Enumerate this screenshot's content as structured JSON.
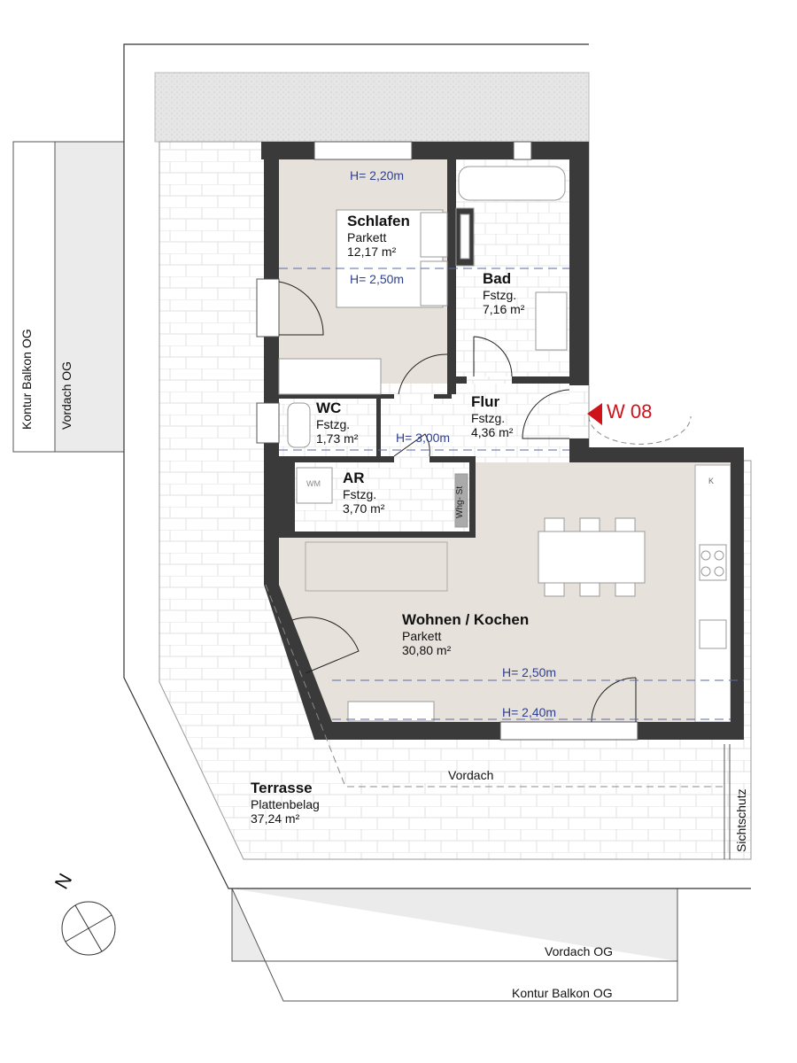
{
  "unit": {
    "label": "W 08",
    "color": "#d0121b"
  },
  "rooms": [
    {
      "name": "Schlafen",
      "floor": "Parkett",
      "area": "12,17 m²"
    },
    {
      "name": "Bad",
      "floor": "Fstzg.",
      "area": "7,16 m²"
    },
    {
      "name": "WC",
      "floor": "Fstzg.",
      "area": "1,73 m²"
    },
    {
      "name": "Flur",
      "floor": "Fstzg.",
      "area": "4,36 m²"
    },
    {
      "name": "AR",
      "floor": "Fstzg.",
      "area": "3,70 m²"
    },
    {
      "name": "Wohnen / Kochen",
      "floor": "Parkett",
      "area": "30,80 m²"
    },
    {
      "name": "Terrasse",
      "floor": "Plattenbelag",
      "area": "37,24 m²"
    }
  ],
  "heights": [
    "H= 2,20m",
    "H= 2,50m",
    "H= 3,00m",
    "H= 2,50m",
    "H= 2,40m"
  ],
  "annotations": {
    "kontur_balkon_left": "Kontur Balkon OG",
    "vordach_left": "Vordach OG",
    "vordach": "Vordach",
    "sichtschutz": "Sichtschutz",
    "vordach_bottom": "Vordach OG",
    "kontur_balkon_bottom": "Kontur Balkon OG",
    "wm": "WM",
    "whg_st": "Whg- St",
    "k": "K",
    "north": "N"
  },
  "colors": {
    "wall": "#3a3a3a",
    "parkett": "#e6e1db",
    "gravel": "#e9e9e9",
    "overlay": "#ebebeb",
    "height_text": "#2e3f8f"
  }
}
